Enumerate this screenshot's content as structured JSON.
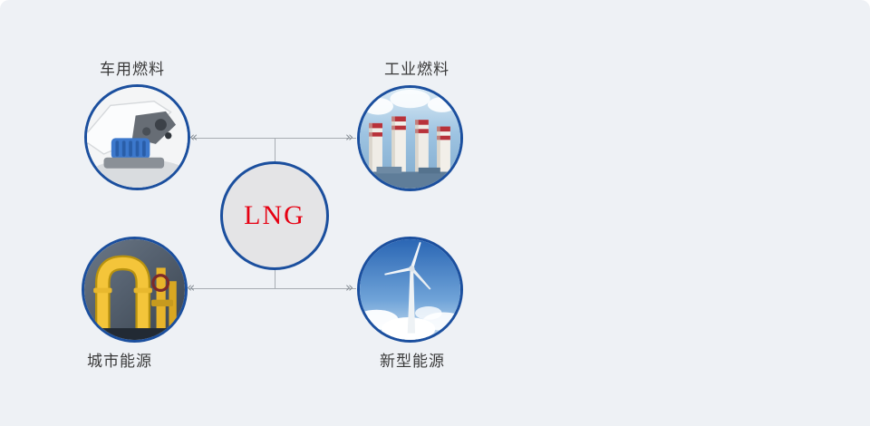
{
  "diagram": {
    "center": {
      "label": "LNG"
    },
    "nodes": [
      {
        "label": "车用燃料",
        "image": "car-engine-photo",
        "position": "top-left"
      },
      {
        "label": "工业燃料",
        "image": "power-plant-chimneys-photo",
        "position": "top-right"
      },
      {
        "label": "城市能源",
        "image": "yellow-gas-pipes-photo",
        "position": "bottom-left"
      },
      {
        "label": "新型能源",
        "image": "wind-turbine-photo",
        "position": "bottom-right"
      }
    ],
    "icons": {
      "arrow_left": "«",
      "arrow_right": "»"
    },
    "colors": {
      "background": "#eef1f5",
      "circle_border": "#1b4f9e",
      "center_fill": "#e4e4e6",
      "center_label": "#e60012",
      "node_label": "#3a3a3a",
      "connector": "#a8adb3",
      "arrow": "#8a9198"
    }
  }
}
